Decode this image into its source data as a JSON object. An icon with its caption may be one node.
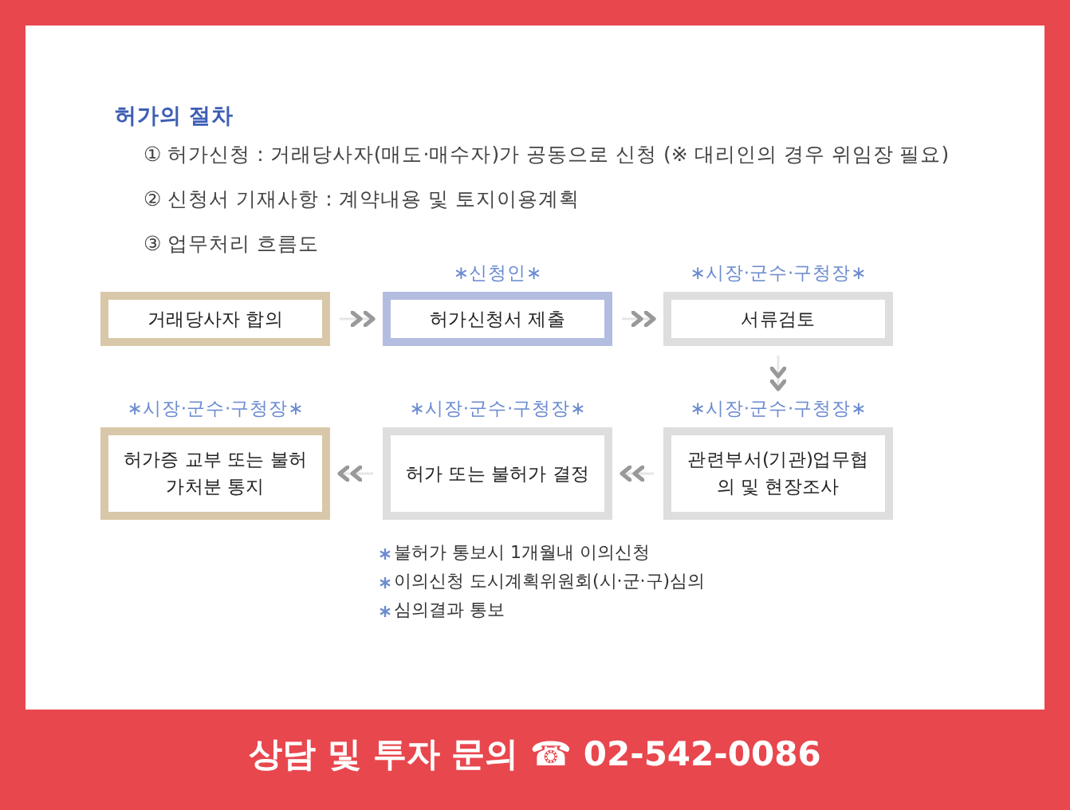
{
  "diagram": {
    "title": "허가의 절차",
    "nodes": [
      {
        "text": [
          "거래당사자 합의"
        ]
      },
      {
        "text": [
          "허가신청서 제출"
        ],
        "beside": [
          "∗신청인∗"
        ]
      },
      {
        "text": [
          "서류검토"
        ],
        "beside": [
          "∗시장·군수·구청장∗"
        ]
      },
      {
        "text": [
          "관련부서(기관)업무협의 및 현장조사"
        ],
        "beside": [
          "∗시장·군수·구청장∗"
        ]
      },
      {
        "text": [
          "허가 또는 불허가 결정"
        ],
        "beside": [
          "∗시장·군수·구청장∗"
        ]
      },
      {
        "text": [
          "허가증 교부 또는 불허가처분 통지"
        ],
        "beside": [
          "∗시장·군수·구청장∗"
        ]
      }
    ],
    "edges": [
      {
        "from": 0,
        "to": 1,
        "arrow": "to"
      },
      {
        "from": 1,
        "to": 2,
        "arrow": "to"
      },
      {
        "from": 2,
        "to": 3,
        "arrow": "to"
      },
      {
        "from": 3,
        "to": 4,
        "arrow": "to"
      },
      {
        "from": 4,
        "to": 5,
        "arrow": "to"
      }
    ],
    "labels": [
      "① 허가신청 : 거래당사자(매도·매수자)가 공동으로 신청  (※ 대리인의 경우 위임장 필요)",
      "② 신청서 기재사항 : 계약내용 및 토지이용계획",
      "③ 업무처리 흐름도",
      "불허가 통보시 1개월내 이의신청",
      "이의신청 도시계획위원회(시·군·구)심의",
      "심의결과 통보",
      "상담 및 투자 문의 ☎ 02-542-0086"
    ]
  }
}
